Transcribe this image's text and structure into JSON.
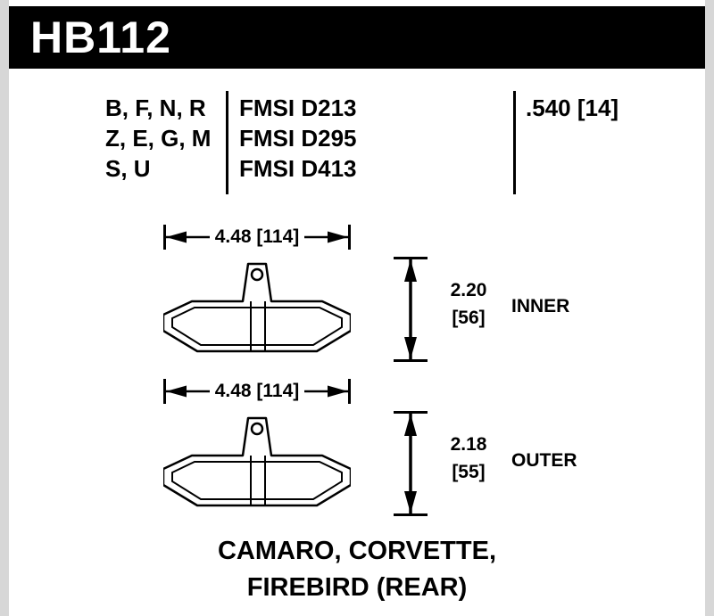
{
  "colors": {
    "ink": "#000000",
    "paper": "#ffffff",
    "banner_bg": "#000000",
    "banner_text": "#ffffff",
    "edge_strip": "#d7d7d7"
  },
  "header": {
    "part_number": "HB112"
  },
  "spec_table": {
    "compound_rows": [
      "B, F, N, R",
      "Z, E, G, M",
      "S, U"
    ],
    "fmsi_rows": [
      "FMSI D213",
      "FMSI D295",
      "FMSI D413"
    ],
    "thickness": ".540 [14]"
  },
  "drawings": [
    {
      "width_dim": "4.48 [114]",
      "height_value": "2.20",
      "height_bracket": "[56]",
      "position_label": "INNER"
    },
    {
      "width_dim": "4.48 [114]",
      "height_value": "2.18",
      "height_bracket": "[55]",
      "position_label": "OUTER"
    }
  ],
  "footer": {
    "line1": "CAMARO, CORVETTE,",
    "line2": "FIREBIRD (REAR)"
  }
}
